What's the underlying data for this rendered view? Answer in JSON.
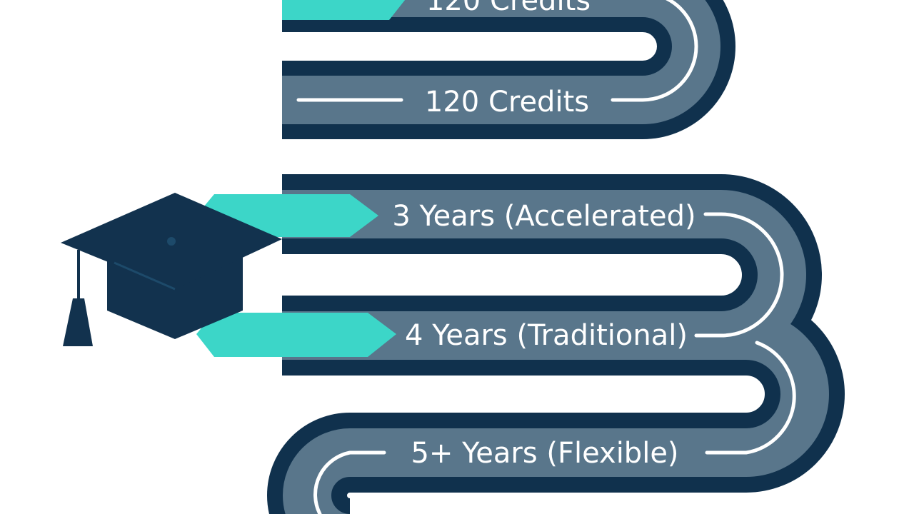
{
  "labels": {
    "top_partial": "120 Credits",
    "credits": "120 Credits",
    "accelerated": "3 Years (Accelerated)",
    "traditional": "4 Years (Traditional)",
    "flexible": "5+ Years (Flexible)"
  },
  "icons": {
    "graduation_cap": "graduation-cap-icon"
  },
  "colors": {
    "road_outline": "#10314d",
    "road_surface": "#59768b",
    "road_marking": "#ffffff",
    "accent_arrow": "#3cd6c8",
    "cap": "#12324e",
    "background": "#ffffff"
  }
}
